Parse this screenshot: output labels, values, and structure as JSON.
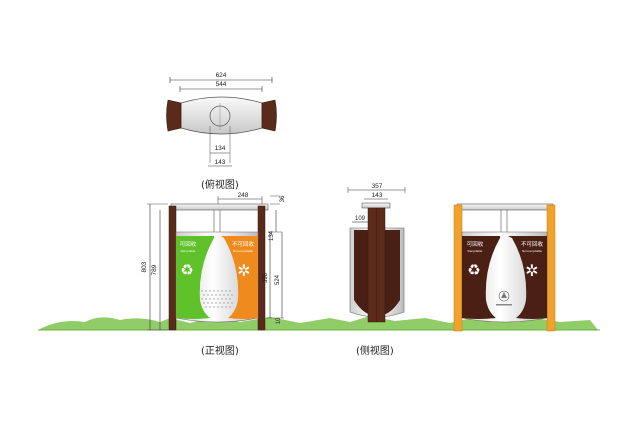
{
  "captions": {
    "top_view": "(俯视图)",
    "front_view": "(正视图)",
    "side_view": "(侧视图)"
  },
  "dimensions": {
    "top_total_width": "624",
    "top_body_width": "544",
    "top_opening_134": "134",
    "top_opening_143": "143",
    "front_inner_width": "248",
    "front_cap_36": "36",
    "front_total_height": "803",
    "front_body_height": "789",
    "front_134": "134",
    "front_396": "396",
    "front_524": "524",
    "front_10": "10",
    "side_total_width": "357",
    "side_143": "143",
    "side_109": "109"
  },
  "labels": {
    "recyclable_cn": "可回收",
    "recyclable_en": "Recyclable",
    "non_recyclable_cn": "不可回收",
    "non_recyclable_en": "Non-recyclable",
    "recycle_symbol": "♻",
    "non_recycle_symbol": "✲"
  },
  "colors": {
    "green": "#5fc22a",
    "orange": "#ef8a1f",
    "dark_brown": "#4a1f14",
    "post_brown": "#5a2a1a",
    "wood_orange": "#f0a22a",
    "steel_light": "#f1f1f1",
    "steel_dark": "#b9b9b9",
    "ground_green": "#6cc04a"
  }
}
